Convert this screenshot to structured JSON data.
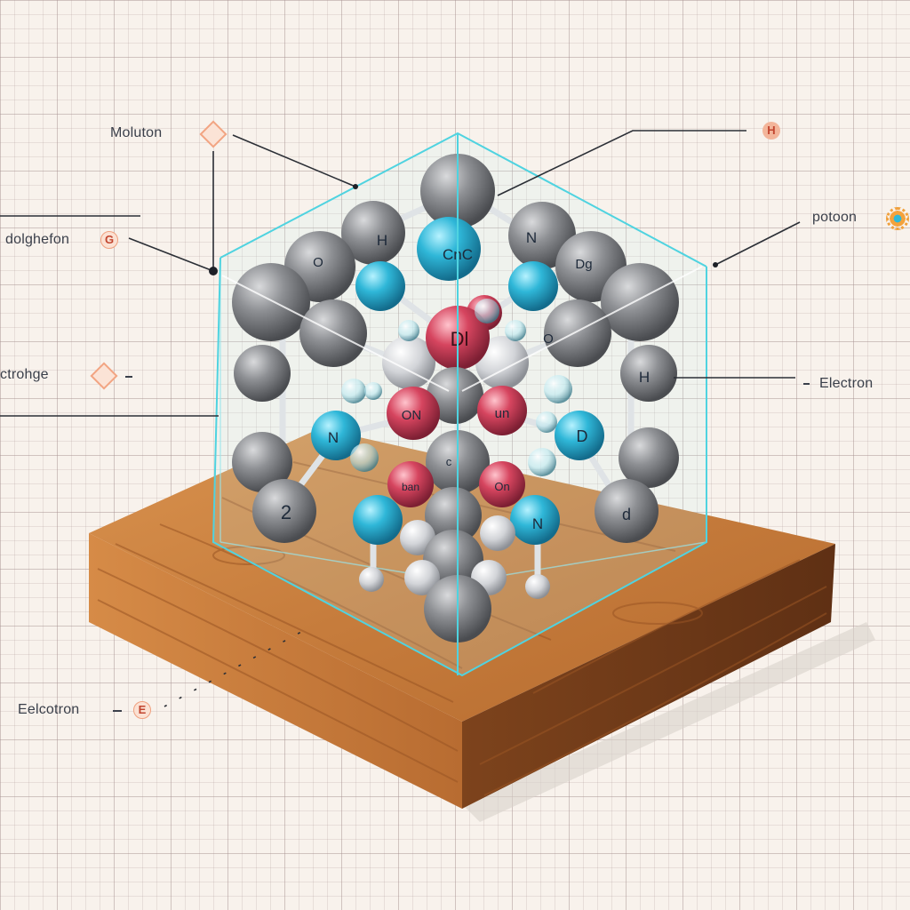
{
  "labels": {
    "top_left": "Moluton",
    "top_right_badge": "H",
    "left_upper": "dolghefon",
    "left_upper_badge": "G",
    "right_upper": "potoon",
    "left_middle": "ctrohge",
    "right_middle": "Electron",
    "bottom_left": "Eelcotron",
    "bottom_left_badge": "E"
  },
  "atom_labels": {
    "back_h": "H",
    "back_o": "O",
    "top_c": "CnC",
    "top_n": "N",
    "dg": "Dg",
    "center": "Dl",
    "front_n_left": "N",
    "front_n_right": "N",
    "red_on": "ON",
    "red_un": "un",
    "red_ban": "ban",
    "red_on2": "On",
    "d_right": "D",
    "right_h": "H",
    "two": "2",
    "small_d": "d",
    "c_center": "c",
    "o_right": "O"
  },
  "colors": {
    "carbon": "#8b8d92",
    "nitrogen": "#28b5d6",
    "oxygen": "#d8445f",
    "wood": "#c57a3b",
    "glass_edge": "#5fd8e4",
    "accent": "#f2a482"
  }
}
